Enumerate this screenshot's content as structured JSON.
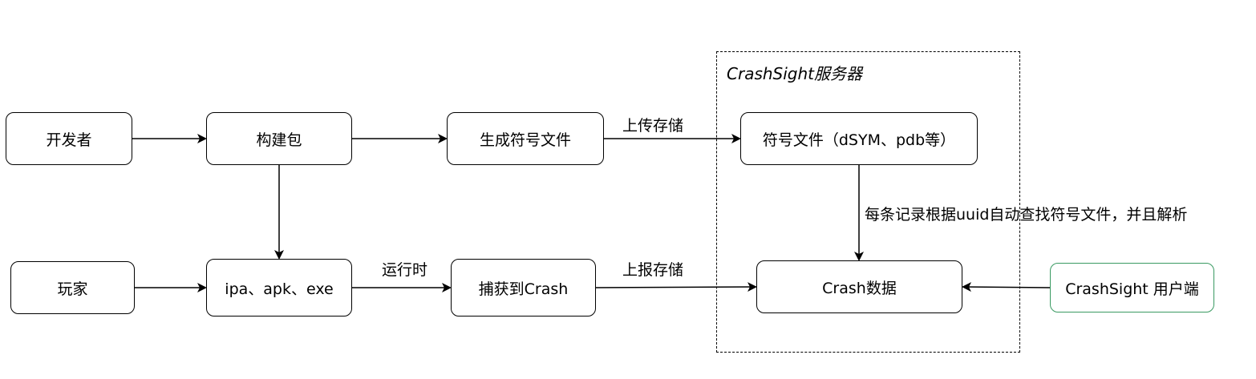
{
  "group": {
    "title": "CrashSight服务器"
  },
  "nodes": {
    "developer": "开发者",
    "build": "构建包",
    "gen_symbols": "生成符号文件",
    "symbol_files": "符号文件（dSYM、pdb等）",
    "player": "玩家",
    "packages": "ipa、apk、exe",
    "capture_crash": "捕获到Crash",
    "crash_data": "Crash数据",
    "user_client": "CrashSight 用户端"
  },
  "edge_labels": {
    "upload_store": "上传存储",
    "runtime": "运行时",
    "report_store": "上报存储",
    "auto_resolve": "每条记录根据uuid自动查找符号文件，并且解析"
  },
  "colors": {
    "user_client_border": "#3a9a62"
  }
}
